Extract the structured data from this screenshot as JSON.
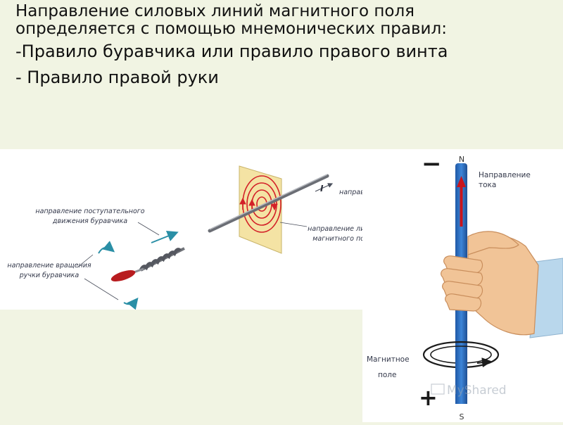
{
  "slide": {
    "heading": "Направление силовых линий магнитного поля определяется с помощью мнемонических правил:",
    "rule1": "-Правило буравчика или правило правого винта",
    "rule2": "- Правило  правой руки"
  },
  "gimlet_figure": {
    "label_translation": [
      "направление поступательного",
      "движения буравчика"
    ],
    "label_rotation": [
      "направление вращения",
      "ручки буравчика"
    ],
    "label_current": "направление тока",
    "current_symbol": "I",
    "label_field_lines": [
      "направление линий",
      "магнитного поля"
    ]
  },
  "hand_figure": {
    "minus_sign": "−",
    "plus_sign": "+",
    "pole_top": "N",
    "pole_bottom": "S",
    "label_current": [
      "Направление",
      "тока"
    ],
    "label_field": [
      "Магнитное",
      "поле"
    ],
    "watermark": "MyShared"
  },
  "colors": {
    "slide_bg": "#f1f4e3",
    "wire_blue": "#2f6fc1",
    "arrow_red": "#c8141c",
    "field_red": "#d32028",
    "plane_yellow": "#f4e3a4",
    "skin": "#f1c497",
    "sleeve": "#b9d7ec"
  }
}
